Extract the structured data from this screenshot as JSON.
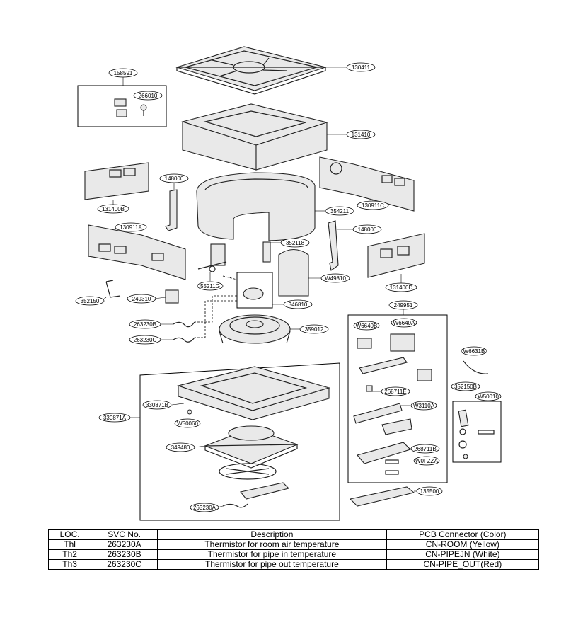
{
  "parts": {
    "p130411": "130411",
    "p158591": "158591",
    "p266010": "266010",
    "p131410": "131410",
    "p148000a": "148000",
    "p131400B": "131400B",
    "p130911C": "130911C",
    "p354211": "354211",
    "p148000b": "148000",
    "p130911A": "130911A",
    "p352118": "352118",
    "p55211G": "55211G",
    "pW49810": "W49810",
    "p131400D": "131400D",
    "p352150": "352150",
    "p249310": "249310",
    "p346810": "346810",
    "p249951": "249951",
    "p263230B": "263230B",
    "p359012": "359012",
    "pW6640B": "W6640B",
    "pW6640A": "W6640A",
    "p263230C": "263230C",
    "pW6631B": "W6631B",
    "p268711E": "268711E",
    "p352150B": "352150B",
    "pW50010": "W50010",
    "p330871B": "330871B",
    "p330871A": "330871A",
    "pW3110A": "W3110A",
    "pW50060": "W50060",
    "p349480": "349480",
    "p268711B": "268711B",
    "pW0FZZA": "W0FZZA",
    "p135500": "135500",
    "p263230A": "263230A"
  },
  "table": {
    "headers": [
      "LOC.",
      "SVC No.",
      "Description",
      "PCB Connector (Color)"
    ],
    "rows": [
      [
        "Thl",
        "263230A",
        "Thermistor for room air temperature",
        "CN-ROOM (Yellow)"
      ],
      [
        "Th2",
        "263230B",
        "Thermistor for pipe in temperature",
        "CN-PIPEJN (White)"
      ],
      [
        "Th3",
        "263230C",
        "Thermistor for pipe out temperature",
        "CN-PIPE_OUT(Red)"
      ]
    ]
  }
}
